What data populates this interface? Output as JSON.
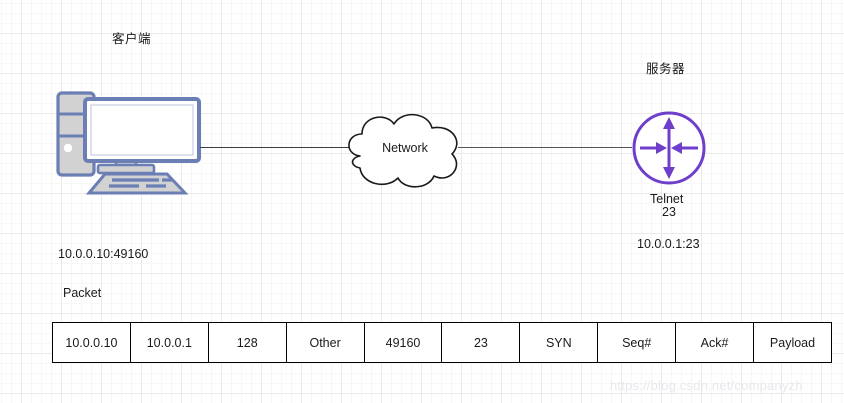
{
  "diagram": {
    "client": {
      "label": "客户端",
      "address": "10.0.0.10:49160",
      "icon_name": "desktop-computer-icon"
    },
    "network": {
      "label": "Network",
      "icon_name": "cloud-icon"
    },
    "server": {
      "label": "服务器",
      "service_name": "Telnet",
      "service_port": "23",
      "address": "10.0.0.1:23",
      "icon_name": "router-icon"
    },
    "packet": {
      "label": "Packet",
      "fields": [
        "10.0.0.10",
        "10.0.0.1",
        "128",
        "Other",
        "49160",
        "23",
        "SYN",
        "Seq#",
        "Ack#",
        "Payload"
      ]
    },
    "watermark": "https://blog.csdn.net/companyzh",
    "colors": {
      "computer_fill": "#d2d2d2",
      "computer_stroke": "#6b7fb5",
      "router_stroke": "#6f3ecb",
      "line": "#3d3d3d",
      "grid_major": "#eaeaea",
      "grid_minor": "#f7f7f7"
    }
  }
}
